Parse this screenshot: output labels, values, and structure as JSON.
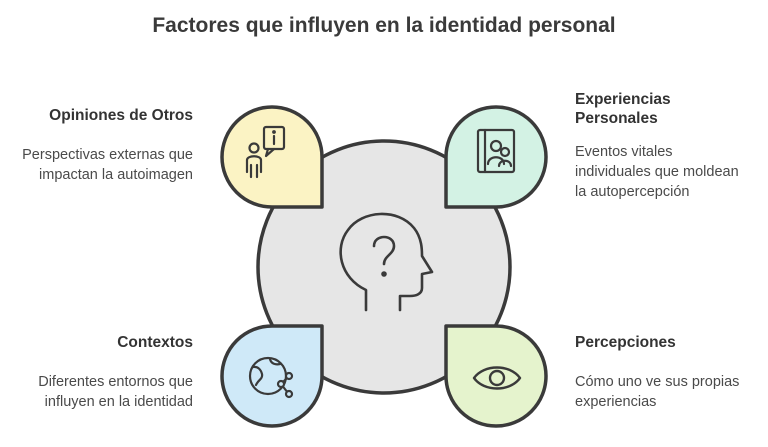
{
  "title": "Factores que influyen en la identidad personal",
  "center": {
    "icon": "head-question-icon"
  },
  "factors": {
    "opiniones": {
      "heading": "Opiniones de Otros",
      "description": "Perspectivas externas que impactan la autoimagen",
      "icon": "person-info-icon",
      "color": "#fbf3c4"
    },
    "experiencias": {
      "heading": "Experiencias Personales",
      "description": "Eventos vitales individuales que moldean la autopercepción",
      "icon": "photo-album-icon",
      "color": "#d3f2e4"
    },
    "contextos": {
      "heading": "Contextos",
      "description": "Diferentes entornos que influyen en la identidad",
      "icon": "globe-network-icon",
      "color": "#cfe9f8"
    },
    "percepciones": {
      "heading": "Percepciones",
      "description": "Cómo uno ve sus propias experiencias",
      "icon": "eye-icon",
      "color": "#e5f3cd"
    }
  },
  "colors": {
    "outline": "#3a3a3a",
    "center_fill": "#e6e6e6"
  }
}
